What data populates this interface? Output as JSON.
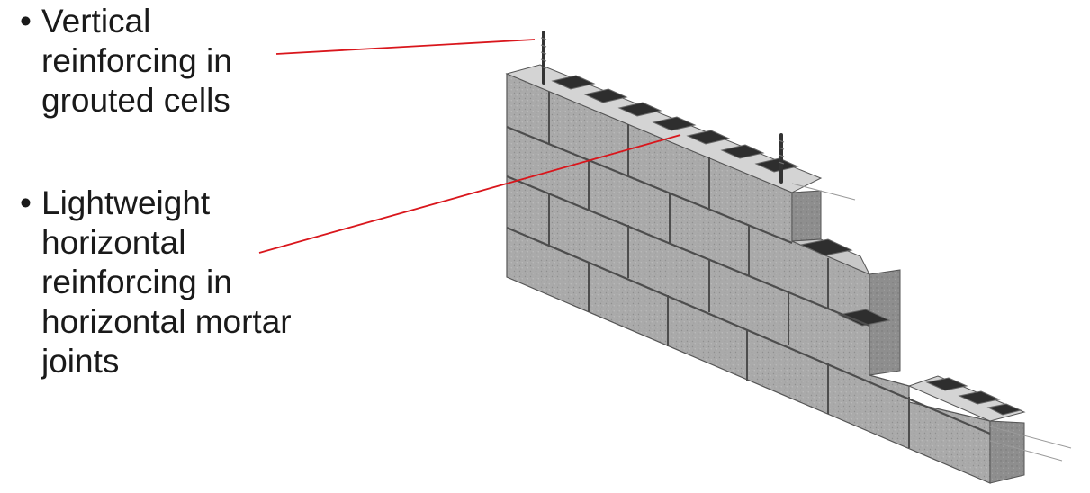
{
  "bullets": [
    {
      "symbol": "•",
      "lines": [
        "Vertical",
        "reinforcing in",
        "grouted cells"
      ]
    },
    {
      "symbol": "•",
      "lines": [
        "Lightweight",
        "horizontal",
        "reinforcing in",
        "horizontal mortar",
        "joints"
      ]
    }
  ],
  "colors": {
    "text": "#1a1a1a",
    "leader_line": "#d9161c",
    "block_face": "#a9a9a9",
    "block_top": "#d2d2d2",
    "block_side": "#8c8c8c",
    "mortar": "#5a5a5a",
    "rebar": "#3a3a3a"
  },
  "illustration": {
    "subject": "concrete-masonry-wall-with-reinforcing",
    "icon": "cmu-wall-illustration"
  }
}
